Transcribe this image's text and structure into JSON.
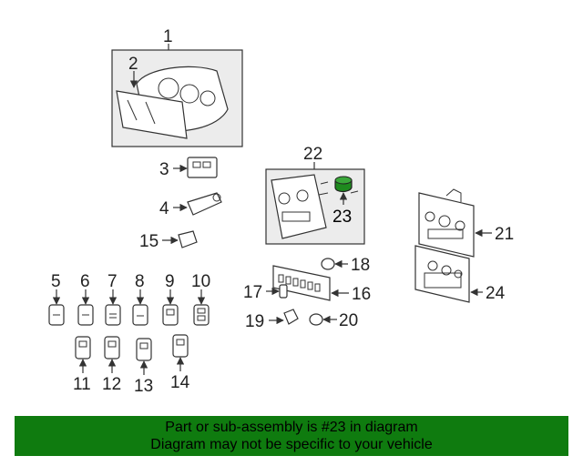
{
  "callouts": {
    "c1": "1",
    "c2": "2",
    "c3": "3",
    "c4": "4",
    "c5": "5",
    "c6": "6",
    "c7": "7",
    "c8": "8",
    "c9": "9",
    "c10": "10",
    "c11": "11",
    "c12": "12",
    "c13": "13",
    "c14": "14",
    "c15": "15",
    "c16": "16",
    "c17": "17",
    "c18": "18",
    "c19": "19",
    "c20": "20",
    "c21": "21",
    "c22": "22",
    "c23": "23",
    "c24": "24"
  },
  "highlight_color": "#1e8a1e",
  "banner": {
    "line1": "Part or sub-assembly is #23 in diagram",
    "line2": "Diagram may not be specific to your vehicle",
    "color": "#0f7b0f"
  }
}
